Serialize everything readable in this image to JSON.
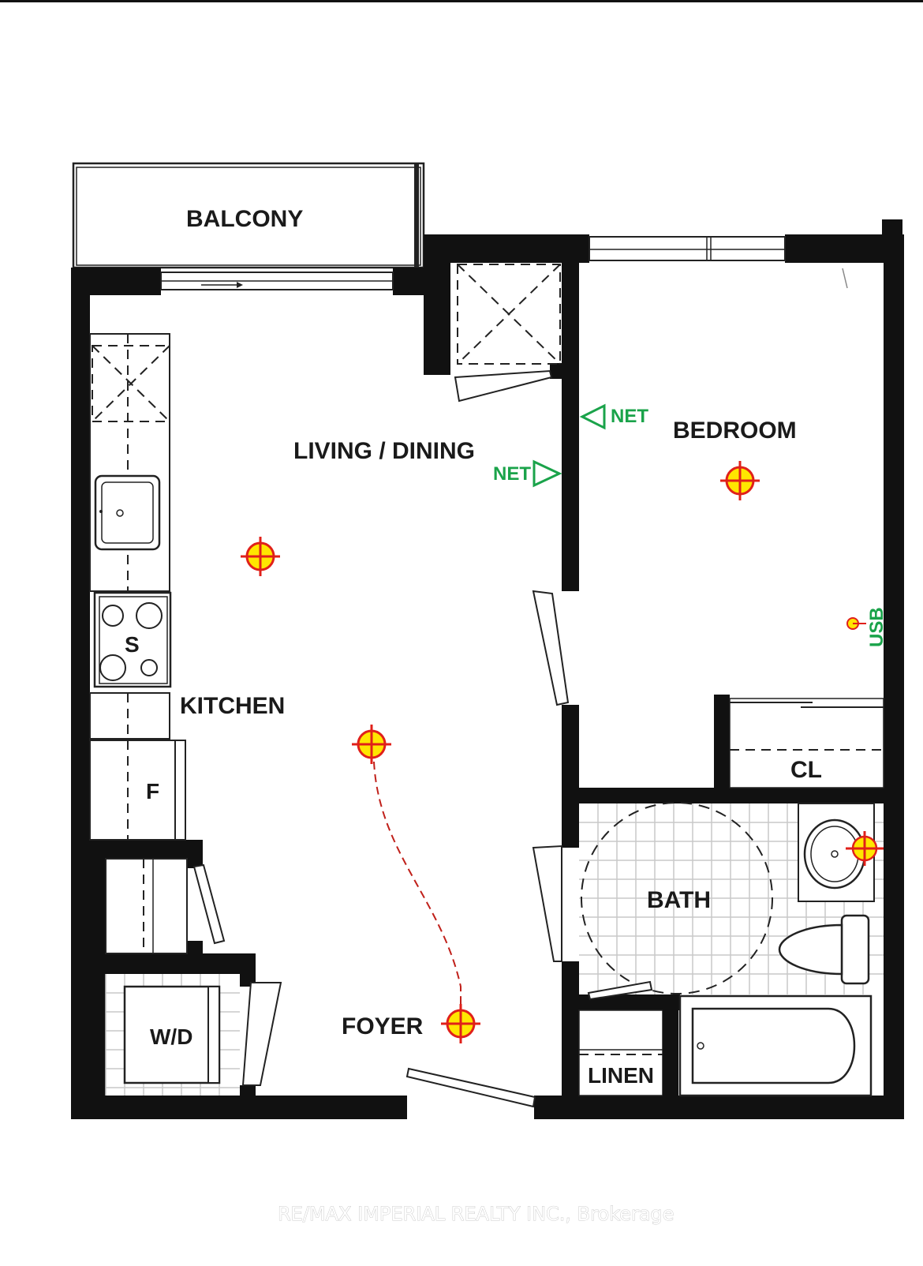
{
  "rooms": {
    "balcony": "BALCONY",
    "living_dining": "LIVING / DINING",
    "bedroom": "BEDROOM",
    "kitchen": "KITCHEN",
    "stove": "S",
    "fridge": "F",
    "closet": "CL",
    "bath": "BATH",
    "washer_dryer": "W/D",
    "foyer": "FOYER",
    "linen": "LINEN"
  },
  "markers": {
    "net_bedroom": "NET",
    "net_living": "NET",
    "usb": "USB"
  },
  "watermark": "RE/MAX IMPERIAL REALTY INC., Brokerage",
  "colors": {
    "wall": "#111111",
    "net_marker": "#1aa34a",
    "light_fixture_fill": "#ffe600",
    "light_fixture_ring": "#e0201a",
    "switch_path": "#c0201a"
  },
  "icons": [
    "ceiling-light-icon",
    "net-outlet-icon",
    "usb-outlet-icon",
    "door-swing-icon",
    "sink-icon",
    "toilet-icon",
    "bathtub-icon",
    "stove-burner-icon"
  ]
}
